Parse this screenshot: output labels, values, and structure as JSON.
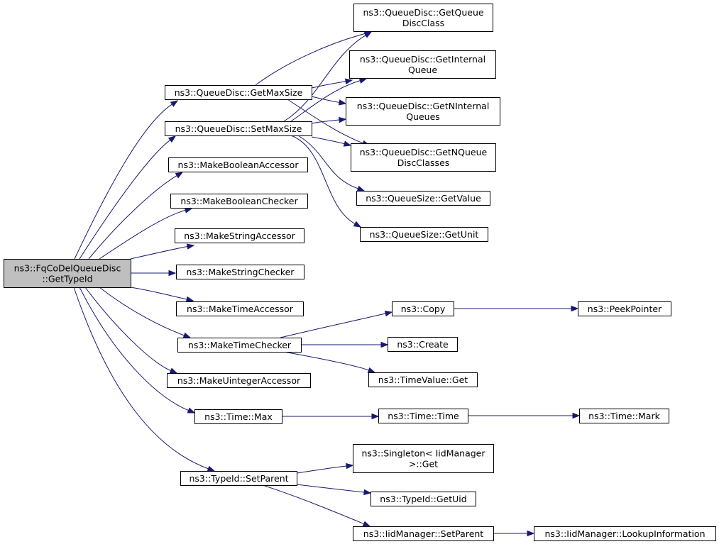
{
  "graph": {
    "edge_color": "#191970",
    "root_fill": "#bfbfbf",
    "nodes": [
      {
        "id": "n0",
        "lines": [
          "ns3::FqCoDelQueueDisc",
          "::GetTypeId"
        ],
        "interactable": false
      },
      {
        "id": "n1",
        "lines": [
          "ns3::QueueDisc::GetMaxSize"
        ],
        "interactable": true
      },
      {
        "id": "n2",
        "lines": [
          "ns3::QueueDisc::SetMaxSize"
        ],
        "interactable": true
      },
      {
        "id": "n3",
        "lines": [
          "ns3::MakeBooleanAccessor"
        ],
        "interactable": true
      },
      {
        "id": "n4",
        "lines": [
          "ns3::MakeBooleanChecker"
        ],
        "interactable": true
      },
      {
        "id": "n5",
        "lines": [
          "ns3::MakeStringAccessor"
        ],
        "interactable": true
      },
      {
        "id": "n6",
        "lines": [
          "ns3::MakeStringChecker"
        ],
        "interactable": true
      },
      {
        "id": "n7",
        "lines": [
          "ns3::MakeTimeAccessor"
        ],
        "interactable": true
      },
      {
        "id": "n8",
        "lines": [
          "ns3::MakeTimeChecker"
        ],
        "interactable": true
      },
      {
        "id": "n9",
        "lines": [
          "ns3::MakeUintegerAccessor"
        ],
        "interactable": true
      },
      {
        "id": "n10",
        "lines": [
          "ns3::Time::Max"
        ],
        "interactable": true
      },
      {
        "id": "n11",
        "lines": [
          "ns3::TypeId::SetParent"
        ],
        "interactable": true
      },
      {
        "id": "n12",
        "lines": [
          "ns3::QueueDisc::GetQueue",
          "DiscClass"
        ],
        "interactable": true
      },
      {
        "id": "n13",
        "lines": [
          "ns3::QueueDisc::GetInternal",
          "Queue"
        ],
        "interactable": true
      },
      {
        "id": "n14",
        "lines": [
          "ns3::QueueDisc::GetNInternal",
          "Queues"
        ],
        "interactable": true
      },
      {
        "id": "n15",
        "lines": [
          "ns3::QueueDisc::GetNQueue",
          "DiscClasses"
        ],
        "interactable": true
      },
      {
        "id": "n16",
        "lines": [
          "ns3::QueueSize::GetValue"
        ],
        "interactable": true
      },
      {
        "id": "n17",
        "lines": [
          "ns3::QueueSize::GetUnit"
        ],
        "interactable": true
      },
      {
        "id": "n18",
        "lines": [
          "ns3::Copy"
        ],
        "interactable": true
      },
      {
        "id": "n19",
        "lines": [
          "ns3::PeekPointer"
        ],
        "interactable": true
      },
      {
        "id": "n20",
        "lines": [
          "ns3::Create"
        ],
        "interactable": true
      },
      {
        "id": "n21",
        "lines": [
          "ns3::TimeValue::Get"
        ],
        "interactable": true
      },
      {
        "id": "n22",
        "lines": [
          "ns3::Time::Time"
        ],
        "interactable": true
      },
      {
        "id": "n23",
        "lines": [
          "ns3::Time::Mark"
        ],
        "interactable": true
      },
      {
        "id": "n24",
        "lines": [
          "ns3::Singleton< IidManager",
          ">::Get"
        ],
        "interactable": true
      },
      {
        "id": "n25",
        "lines": [
          "ns3::TypeId::GetUid"
        ],
        "interactable": true
      },
      {
        "id": "n26",
        "lines": [
          "ns3::IidManager::SetParent"
        ],
        "interactable": true
      },
      {
        "id": "n27",
        "lines": [
          "ns3::IidManager::LookupInformation"
        ],
        "interactable": true
      }
    ],
    "edges": [
      {
        "from": "n0",
        "to": "n1"
      },
      {
        "from": "n0",
        "to": "n2"
      },
      {
        "from": "n0",
        "to": "n3"
      },
      {
        "from": "n0",
        "to": "n4"
      },
      {
        "from": "n0",
        "to": "n5"
      },
      {
        "from": "n0",
        "to": "n6"
      },
      {
        "from": "n0",
        "to": "n7"
      },
      {
        "from": "n0",
        "to": "n8"
      },
      {
        "from": "n0",
        "to": "n9"
      },
      {
        "from": "n0",
        "to": "n10"
      },
      {
        "from": "n0",
        "to": "n11"
      },
      {
        "from": "n1",
        "to": "n12"
      },
      {
        "from": "n1",
        "to": "n13"
      },
      {
        "from": "n1",
        "to": "n14"
      },
      {
        "from": "n1",
        "to": "n15"
      },
      {
        "from": "n2",
        "to": "n12"
      },
      {
        "from": "n2",
        "to": "n13"
      },
      {
        "from": "n2",
        "to": "n14"
      },
      {
        "from": "n2",
        "to": "n15"
      },
      {
        "from": "n2",
        "to": "n16"
      },
      {
        "from": "n2",
        "to": "n17"
      },
      {
        "from": "n8",
        "to": "n18"
      },
      {
        "from": "n8",
        "to": "n20"
      },
      {
        "from": "n8",
        "to": "n21"
      },
      {
        "from": "n18",
        "to": "n19"
      },
      {
        "from": "n10",
        "to": "n22"
      },
      {
        "from": "n22",
        "to": "n23"
      },
      {
        "from": "n11",
        "to": "n24"
      },
      {
        "from": "n11",
        "to": "n25"
      },
      {
        "from": "n11",
        "to": "n26"
      },
      {
        "from": "n26",
        "to": "n27"
      }
    ]
  }
}
